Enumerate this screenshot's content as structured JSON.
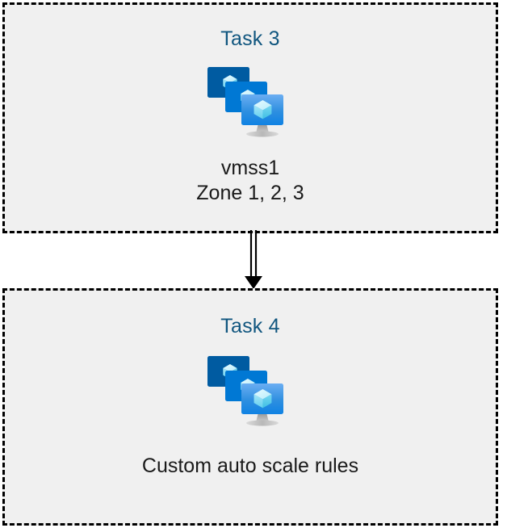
{
  "diagram": {
    "type": "flow",
    "background_color": "#FFFFFF",
    "box_fill_color": "#F0F0F0",
    "box_border_color": "#000000",
    "title_color": "#11567F",
    "caption_color": "#1A1A1A",
    "boxes": [
      {
        "id": "task-3",
        "title": "Task 3",
        "icon": "vm-scale-set-icon",
        "caption_lines": [
          "vmss1",
          "Zone 1, 2, 3"
        ]
      },
      {
        "id": "task-4",
        "title": "Task 4",
        "icon": "vm-scale-set-icon",
        "caption_lines": [
          "Custom auto scale rules"
        ]
      }
    ],
    "connector": {
      "name": "down-arrow-connector",
      "style": "double-line",
      "direction": "down",
      "from": "task-3",
      "to": "task-4",
      "color": "#000000"
    },
    "icon_palette": {
      "monitor_back": "#005BA1",
      "monitor_mid": "#0078D4",
      "monitor_front_top": "#5EA0EF",
      "monitor_front_bottom": "#0F82E3",
      "cube_light": "#C3F1FF",
      "cube_mid": "#9CEBFF",
      "cube_dark": "#32BEDD",
      "stand": "#B3B3B3"
    }
  }
}
